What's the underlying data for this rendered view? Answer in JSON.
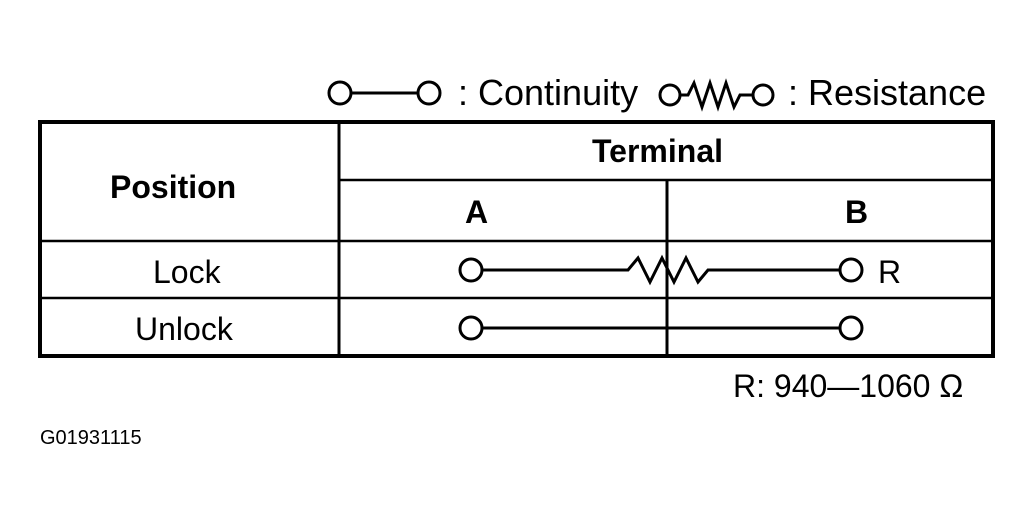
{
  "legend": {
    "continuity_label": ": Continuity",
    "resistance_label": ": Resistance"
  },
  "table": {
    "position_header": "Position",
    "terminal_header": "Terminal",
    "terminals": [
      "A",
      "B"
    ],
    "rows": [
      {
        "position": "Lock",
        "connection": "resistance",
        "marker": "R"
      },
      {
        "position": "Unlock",
        "connection": "continuity",
        "marker": ""
      }
    ]
  },
  "note": "R: 940—1060 Ω",
  "figure_code": "G01931115"
}
